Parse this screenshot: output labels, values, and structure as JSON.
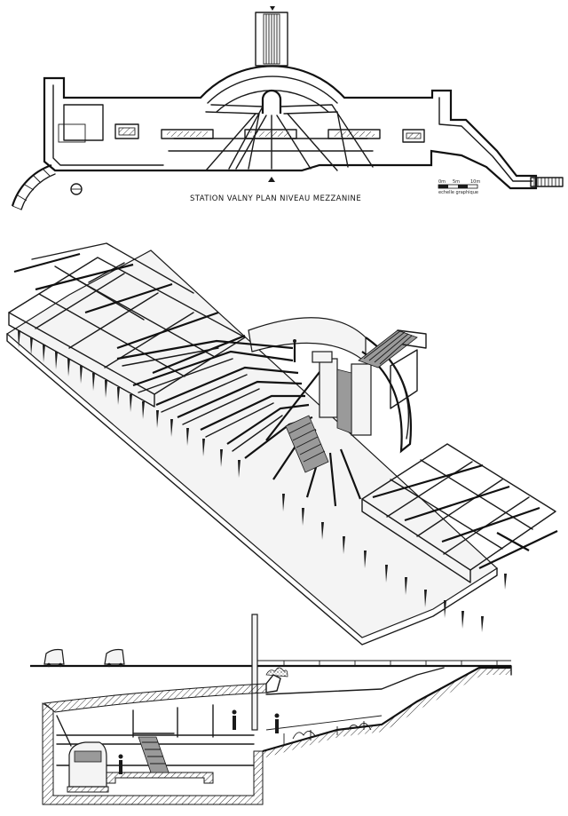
{
  "plan": {
    "caption": "STATION VALNY PLAN NIVEAU MEZZANINE",
    "scale": {
      "ticks": [
        "0m",
        "5m",
        "10m"
      ],
      "label": "echelle graphique"
    }
  },
  "drawings": [
    "plan-mezzanine",
    "axonometric-view",
    "cross-section"
  ]
}
